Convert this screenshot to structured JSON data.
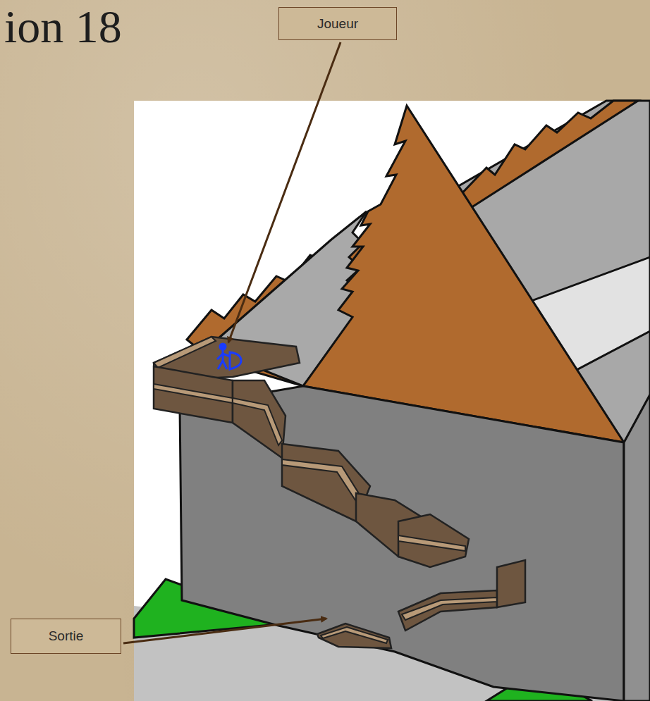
{
  "diagram": {
    "title": "ion 18",
    "nodes": [
      {
        "text": [
          "Joueur"
        ]
      },
      {
        "text": [
          "Sortie"
        ]
      }
    ]
  }
}
